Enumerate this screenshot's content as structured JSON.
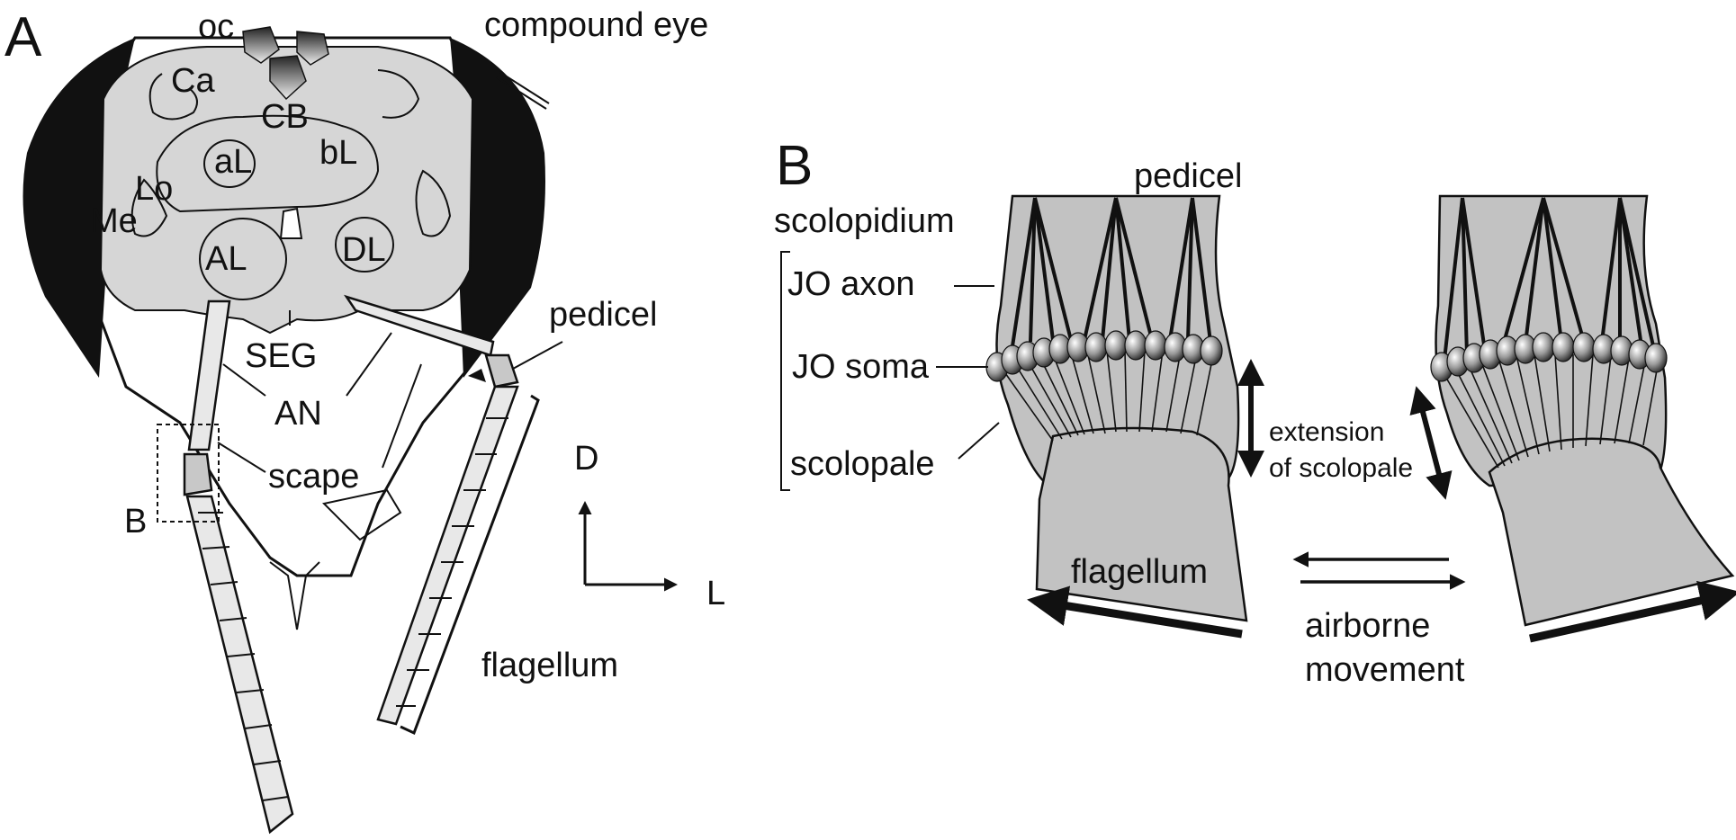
{
  "panel_a": {
    "panel_label": "A",
    "labels": {
      "oc": "oc",
      "ca": "Ca",
      "cb": "CB",
      "al_lobe": "aL",
      "bl_lobe": "bL",
      "lo": "Lo",
      "me": "Me",
      "AL": "AL",
      "DL": "DL",
      "seg": "SEG",
      "an": "AN",
      "scape": "scape",
      "pedicel": "pedicel",
      "flagellum": "flagellum",
      "compound_eye": "compound eye",
      "b_box": "B",
      "axis_d": "D",
      "axis_l": "L"
    }
  },
  "panel_b": {
    "panel_label": "B",
    "labels": {
      "pedicel": "pedicel",
      "scolopidium": "scolopidium",
      "jo_axon": "JO axon",
      "jo_soma": "JO soma",
      "scolopale": "scolopale",
      "extension_line1": "extension",
      "extension_line2": "of scolopale",
      "flagellum": "flagellum",
      "airborne": "airborne",
      "movement": "movement"
    }
  }
}
